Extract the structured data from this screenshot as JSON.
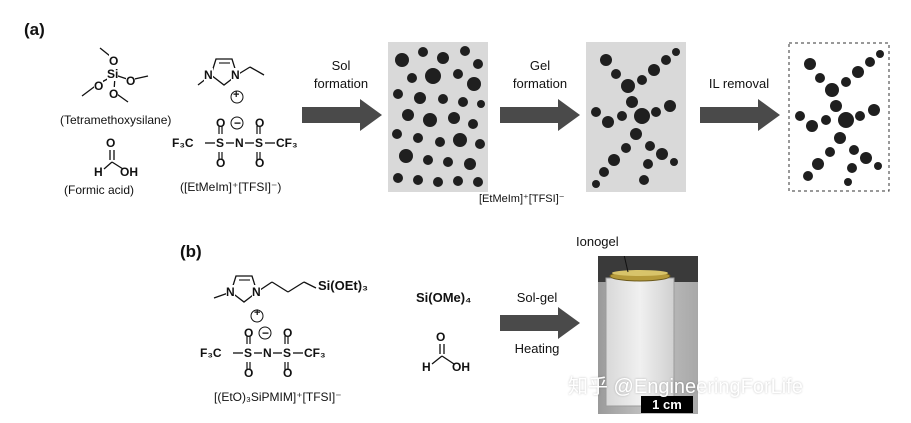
{
  "panel_a": {
    "label": "(a)",
    "tmos_caption": "(Tetramethoxysilane)",
    "formic_caption": "(Formic acid)",
    "il_caption": "([EtMeIm]⁺[TFSI]⁻)",
    "arrow1_label_line1": "Sol",
    "arrow1_label_line2": "formation",
    "arrow2_label_line1": "Gel",
    "arrow2_label_line2": "formation",
    "arrow3_label": "IL removal",
    "gel_caption": "[EtMeIm]⁺[TFSI]⁻"
  },
  "panel_b": {
    "label": "(b)",
    "il_caption": "[(EtO)₃SiPMIM]⁺[TFSI]⁻",
    "silane_formula": "Si(OMe)₄",
    "arrow_label_line1": "Sol-gel",
    "arrow_label_line2": "Heating",
    "photo_label": "Ionogel",
    "scale_bar": "1 cm"
  },
  "chem_text": {
    "si": "Si",
    "o": "O",
    "h": "H",
    "oh": "OH",
    "n": "N",
    "s": "S",
    "cf3": "CF₃",
    "f3c": "F₃C",
    "si_oet3": "Si(OEt)₃",
    "plus": "+",
    "minus": "−"
  },
  "watermark": "知乎 @EngineeringForLife"
}
